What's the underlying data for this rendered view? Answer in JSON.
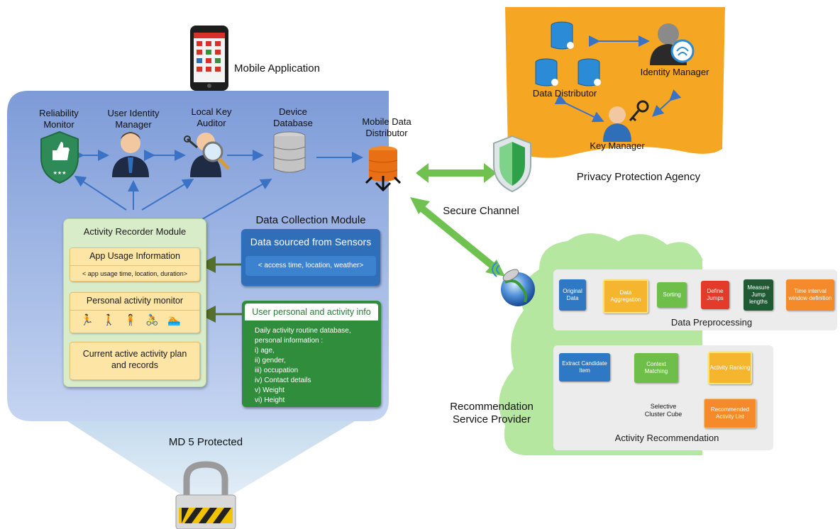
{
  "mobile": {
    "app_label": "Mobile Application",
    "reliability": "Reliability Monitor",
    "user_identity": "User Identity Manager",
    "local_key": "Local Key Auditor",
    "device_db": "Device Database",
    "mobile_distributor": "Mobile Data Distributor",
    "md5": "MD 5 Protected"
  },
  "recorder": {
    "title": "Activity Recorder Module",
    "app_usage_head": "App Usage Information",
    "app_usage_sub": "< app usage time, location, duration>",
    "personal_monitor": "Personal activity monitor",
    "current_plan": "Current active activity plan and records"
  },
  "collection": {
    "title": "Data Collection Module",
    "sensors_head": "Data sourced from Sensors",
    "sensors_sub": "< access time, location, weather>",
    "personal_head": "User personal and activity info",
    "personal_intro": "Daily activity routine database, personal information :",
    "personal_items": [
      "i)    age,",
      "ii)   gender,",
      "iii)  occupation",
      "iv)  Contact details",
      "v)   Weight",
      "vi)  Height"
    ]
  },
  "agency": {
    "data_distributor": "Data Distributor",
    "identity_manager": "Identity Manager",
    "key_manager": "Key Manager",
    "title": "Privacy Protection Agency"
  },
  "channel": {
    "label": "Secure Channel"
  },
  "provider": {
    "label": "Recommendation Service Provider",
    "preprocessing_title": "Data Preprocessing",
    "preprocessing_steps": [
      "Original Data",
      "Data Aggregation",
      "Sorting",
      "Define Jumps",
      "Measure Jump lengths",
      "Time interval window definition"
    ],
    "recommendation_title": "Activity Recommendation",
    "extract": "Extract Candidate Item",
    "context": "Context Matching",
    "ranking": "Activity Ranking",
    "recommended": "Recommended Activity List",
    "cube": "Selective Cluster Cube"
  },
  "colors": {
    "mobile_panel": "#9fb6e6",
    "agency": "#f5a623",
    "cloud": "#b6e7a0",
    "blue_box": "#2f6fba",
    "green_box": "#2f8d3c",
    "yellow_box": "#fde5a6"
  }
}
